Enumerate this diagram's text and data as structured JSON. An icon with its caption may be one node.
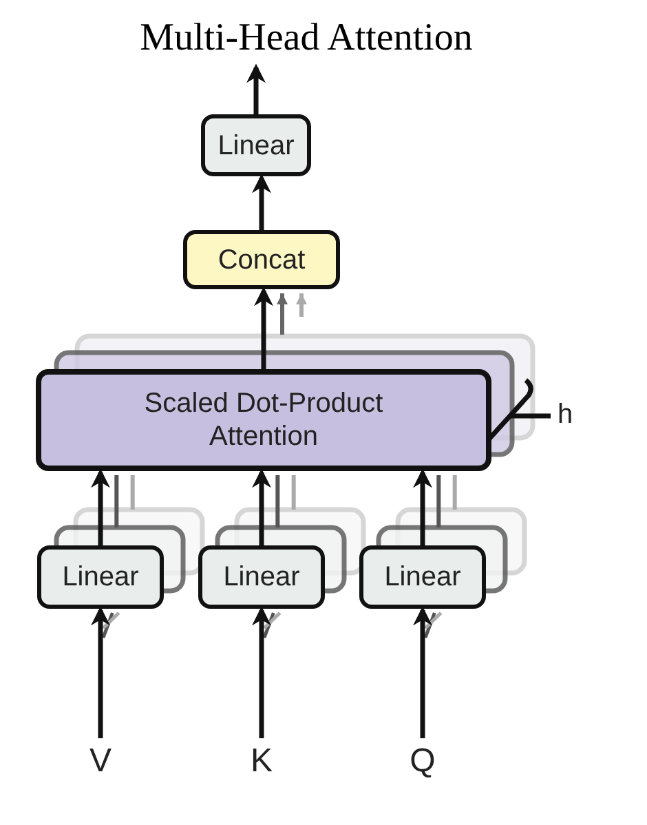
{
  "diagram": {
    "title": "Multi-Head Attention",
    "nodes": [
      {
        "text": [
          "Linear"
        ]
      },
      {
        "text": [
          "Concat"
        ]
      },
      {
        "text": [
          "Scaled Dot-Product Attention"
        ]
      },
      {
        "text": [
          "Linear"
        ]
      },
      {
        "text": [
          "Linear"
        ]
      },
      {
        "text": [
          "Linear"
        ]
      },
      {
        "text": [
          "V"
        ]
      },
      {
        "text": [
          "K"
        ]
      },
      {
        "text": [
          "Q"
        ]
      }
    ],
    "edges": [
      {
        "from": 0,
        "to": null,
        "arrow": "to"
      },
      {
        "from": 1,
        "to": 0,
        "arrow": "to"
      },
      {
        "from": 2,
        "to": 1,
        "arrow": "to"
      },
      {
        "from": 3,
        "to": 2,
        "arrow": "to"
      },
      {
        "from": 4,
        "to": 2,
        "arrow": "to"
      },
      {
        "from": 5,
        "to": 2,
        "arrow": "to"
      },
      {
        "from": 6,
        "to": 3,
        "arrow": "to"
      },
      {
        "from": 7,
        "to": 4,
        "arrow": "to"
      },
      {
        "from": 8,
        "to": 5,
        "arrow": "to"
      }
    ],
    "labels": [
      "h"
    ]
  }
}
